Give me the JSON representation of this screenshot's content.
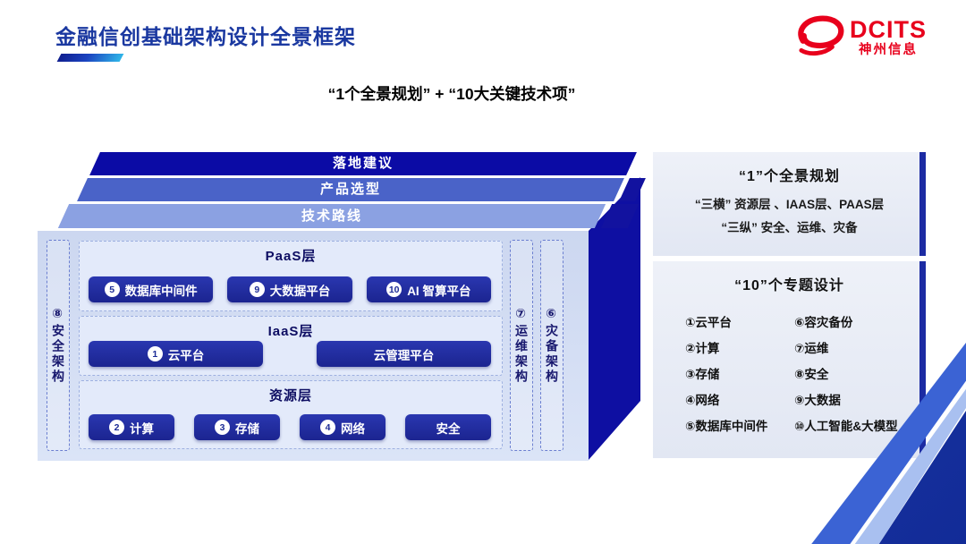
{
  "slide": {
    "title": "金融信创基础架构设计全景框架",
    "subtitle": "“1个全景规划” + “10大关键技术项”"
  },
  "logo": {
    "name": "DCITS",
    "subname": "神州信息"
  },
  "diagram": {
    "slabs": [
      "落地建议",
      "产品选型",
      "技术路线"
    ],
    "left_strip": "⑧安全架构",
    "right_strips": [
      "⑦运维架构",
      "⑥灾备架构"
    ],
    "paas": {
      "title": "PaaS层",
      "buttons": [
        {
          "num": "5",
          "text": "数据库中间件"
        },
        {
          "num": "9",
          "text": "大数据平台"
        },
        {
          "num": "10",
          "text": "AI 智算平台"
        }
      ]
    },
    "iaas": {
      "title": "IaaS层",
      "buttons": [
        {
          "num": "1",
          "text": "云平台"
        },
        {
          "text": "云管理平台"
        }
      ]
    },
    "res": {
      "title": "资源层",
      "buttons": [
        {
          "num": "2",
          "text": "计算"
        },
        {
          "num": "3",
          "text": "存储"
        },
        {
          "num": "4",
          "text": "网络"
        },
        {
          "text": "安全"
        }
      ]
    }
  },
  "panels": [
    {
      "title": "“1”个全景规划",
      "lines": [
        "“三横” 资源层 、IAAS层、PAAS层",
        "“三纵” 安全、运维、灾备"
      ]
    },
    {
      "title": "“10”个专题设计",
      "col1": [
        "①云平台",
        "②计算",
        "③存储",
        "④网络",
        "⑤数据库中间件"
      ],
      "col2": [
        "⑥容灾备份",
        "⑦运维",
        "⑧安全",
        "⑨大数据",
        "⑩人工智能&大模型"
      ]
    }
  ]
}
